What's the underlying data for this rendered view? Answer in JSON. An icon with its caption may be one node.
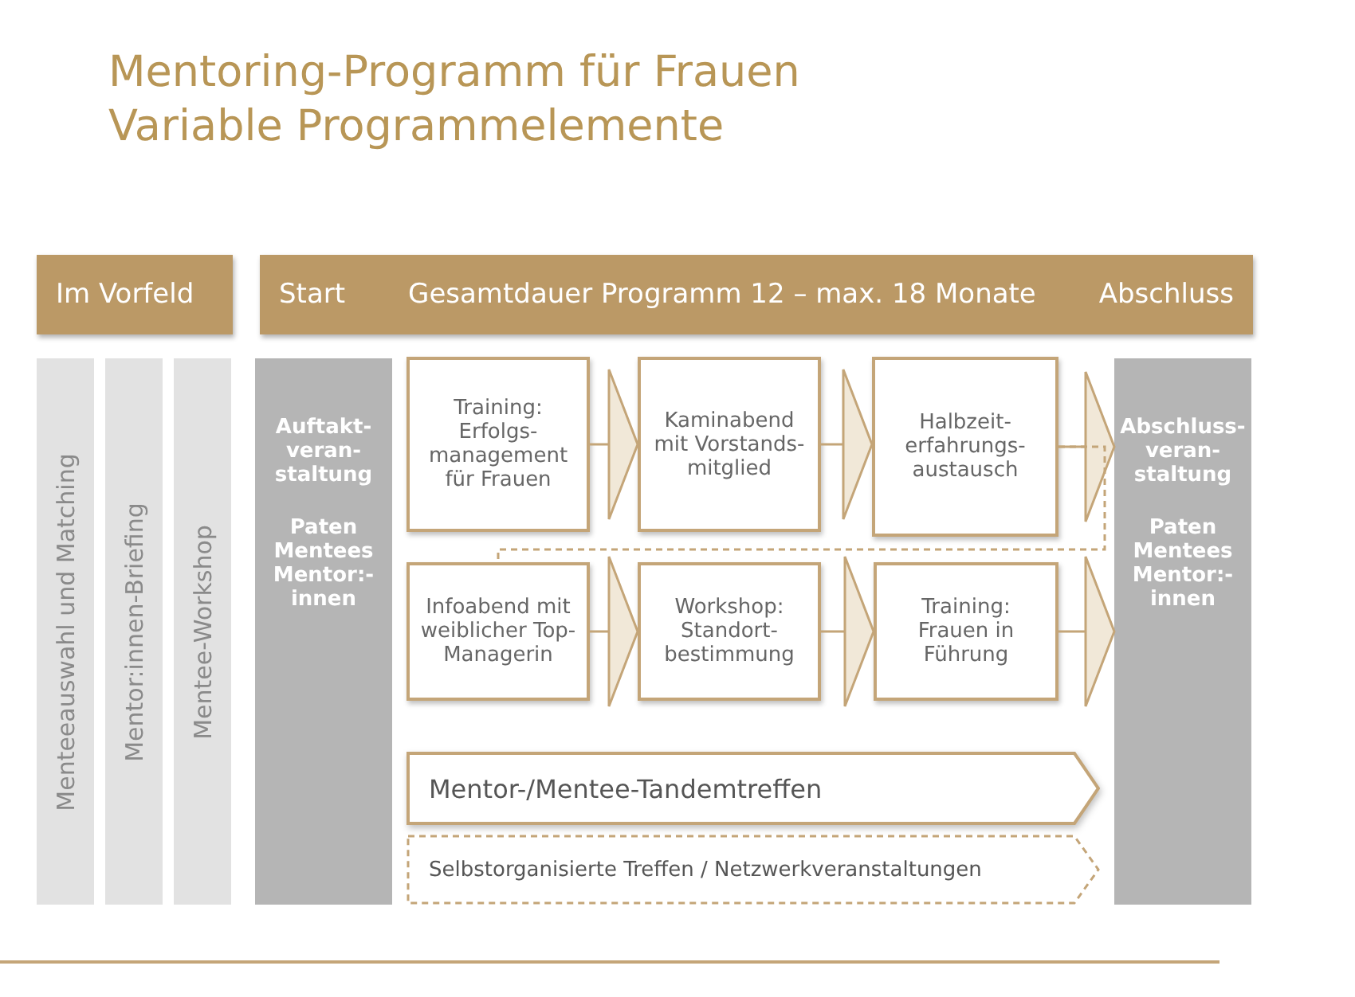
{
  "diagram": {
    "title": "Mentoring-Programm für Frauen",
    "nodes": [
      {
        "text": [
          "Im Vorfeld"
        ]
      },
      {
        "text": [
          "Start",
          "Gesamtdauer Programm 12 – max. 18 Monate",
          "Abschluss"
        ]
      },
      {
        "text": [
          "Menteeauswahl und Matching"
        ]
      },
      {
        "text": [
          "Mentor:innen-Briefing"
        ]
      },
      {
        "text": [
          "Mentee-Workshop"
        ]
      },
      {
        "text": [
          "Auftakt- veran- staltung",
          "Paten Mentees Mentor:- innen"
        ]
      },
      {
        "text": [
          "Training: Erfolgs- management für Frauen"
        ]
      },
      {
        "text": [
          "Kaminabend mit Vorstands- mitglied"
        ]
      },
      {
        "text": [
          "Halbzeit- erfahrungs- austausch"
        ]
      },
      {
        "text": [
          "Infoabend mit weiblicher Top- Managerin"
        ]
      },
      {
        "text": [
          "Workshop: Standort- bestimmung"
        ]
      },
      {
        "text": [
          "Training: Frauen in Führung"
        ]
      },
      {
        "text": [
          "Mentor-/Mentee-Tandemtreffen"
        ]
      },
      {
        "text": [
          "Selbstorganisierte Treffen / Netzwerkveranstaltungen"
        ]
      },
      {
        "text": [
          "Abschluss- veran- staltung",
          "Paten Mentees Mentor:- innen"
        ]
      }
    ],
    "edges": [
      {
        "from": 6,
        "to": 7,
        "arrow": "to"
      },
      {
        "from": 7,
        "to": 8,
        "arrow": "to"
      },
      {
        "from": 8,
        "to": 14,
        "arrow": "to"
      },
      {
        "from": 8,
        "to": 9,
        "arrow": "none",
        "style": "dashed"
      },
      {
        "from": 9,
        "to": 10,
        "arrow": "to"
      },
      {
        "from": 10,
        "to": 11,
        "arrow": "to"
      },
      {
        "from": 11,
        "to": 14,
        "arrow": "to"
      }
    ],
    "labels": [
      "Variable Programmelemente"
    ]
  }
}
